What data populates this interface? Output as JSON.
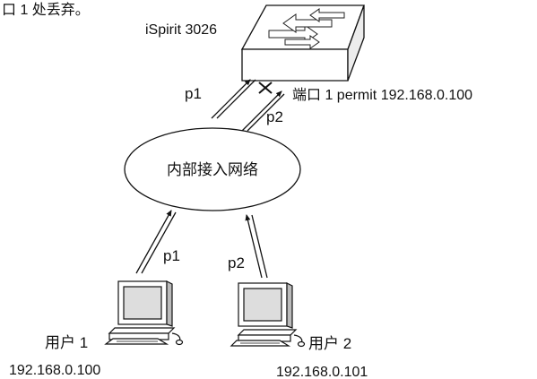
{
  "top_note": "口 1 处丢弃。",
  "switch": {
    "model_label": "iSpirit 3026"
  },
  "uplink": {
    "path_p1_label": "p1",
    "path_p2_label": "p2",
    "port_rule_label": "端口 1  permit 192.168.0.100"
  },
  "network": {
    "label": "内部接入网络"
  },
  "user1": {
    "path_label": "p1",
    "name_label": "用户 1",
    "ip_label": "192.168.0.100"
  },
  "user2": {
    "path_label": "p2",
    "name_label": "用户 2",
    "ip_label": "192.168.0.101"
  }
}
